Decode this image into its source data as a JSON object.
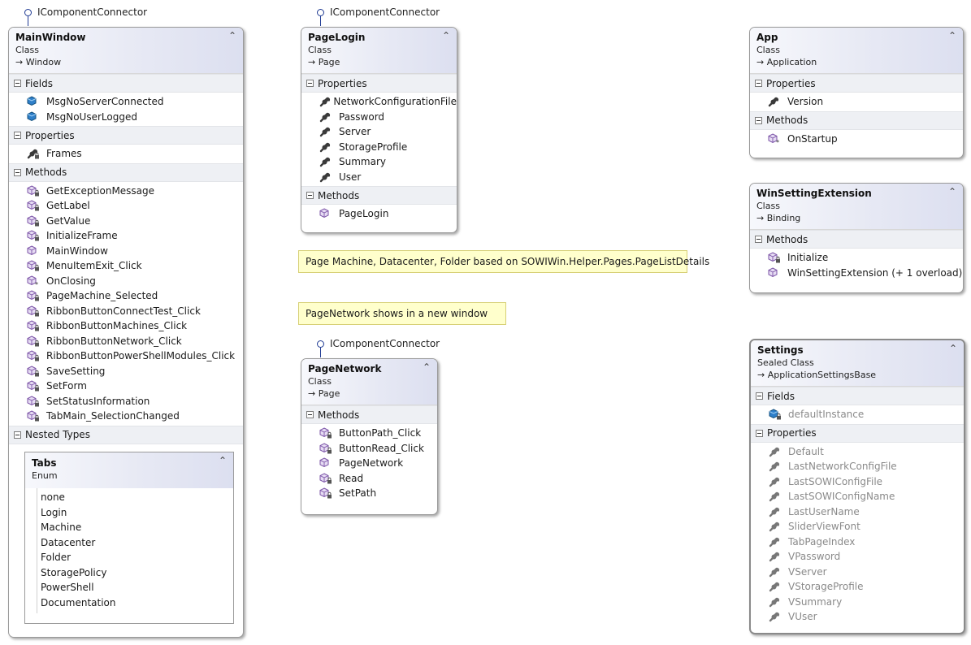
{
  "interface_label": "IComponentConnector",
  "collapse_glyph": "⌃",
  "icons": {
    "field": "field-cube-icon",
    "property": "wrench-icon",
    "method": "method-cube-icon",
    "private_overlay": "lock-icon",
    "protected_overlay": "star-icon"
  },
  "colors": {
    "note_bg": "#ffffcc",
    "header_accent": "#dcdff0",
    "interface": "#1f3a93"
  },
  "main_window": {
    "name": "MainWindow",
    "kind": "Class",
    "base": "→ Window",
    "fields_label": "Fields",
    "fields": [
      "MsgNoServerConnected",
      "MsgNoUserLogged"
    ],
    "properties_label": "Properties",
    "properties": [
      "Frames"
    ],
    "methods_label": "Methods",
    "methods": [
      "GetExceptionMessage",
      "GetLabel",
      "GetValue",
      "InitializeFrame",
      "MainWindow",
      "MenuItemExit_Click",
      "OnClosing",
      "PageMachine_Selected",
      "RibbonButtonConnectTest_Click",
      "RibbonButtonMachines_Click",
      "RibbonButtonNetwork_Click",
      "RibbonButtonPowerShellModules_Click",
      "SaveSetting",
      "SetForm",
      "SetStatusInformation",
      "TabMain_SelectionChanged"
    ],
    "nested_label": "Nested Types",
    "tabs": {
      "name": "Tabs",
      "kind": "Enum",
      "values": [
        "none",
        "Login",
        "Machine",
        "Datacenter",
        "Folder",
        "StoragePolicy",
        "PowerShell",
        "Documentation"
      ]
    }
  },
  "page_login": {
    "name": "PageLogin",
    "kind": "Class",
    "base": "→ Page",
    "properties_label": "Properties",
    "properties": [
      "NetworkConfigurationFile",
      "Password",
      "Server",
      "StorageProfile",
      "Summary",
      "User"
    ],
    "methods_label": "Methods",
    "methods": [
      "PageLogin"
    ]
  },
  "note_pages": "Page Machine, Datacenter, Folder based on SOWIWin.Helper.Pages.PageListDetails",
  "note_network": "PageNetwork shows in a new window",
  "page_network": {
    "name": "PageNetwork",
    "kind": "Class",
    "base": "→ Page",
    "methods_label": "Methods",
    "methods": [
      "ButtonPath_Click",
      "ButtonRead_Click",
      "PageNetwork",
      "Read",
      "SetPath"
    ]
  },
  "app": {
    "name": "App",
    "kind": "Class",
    "base": "→ Application",
    "properties_label": "Properties",
    "properties": [
      "Version"
    ],
    "methods_label": "Methods",
    "methods": [
      "OnStartup"
    ]
  },
  "win_setting_extension": {
    "name": "WinSettingExtension",
    "kind": "Class",
    "base": "→ Binding",
    "methods_label": "Methods",
    "methods": [
      "Initialize",
      "WinSettingExtension (+ 1 overload)"
    ]
  },
  "settings": {
    "name": "Settings",
    "kind": "Sealed Class",
    "base": "→ ApplicationSettingsBase",
    "fields_label": "Fields",
    "fields": [
      "defaultInstance"
    ],
    "properties_label": "Properties",
    "properties": [
      "Default",
      "LastNetworkConfigFile",
      "LastSOWIConfigFile",
      "LastSOWIConfigName",
      "LastUserName",
      "SliderViewFont",
      "TabPageIndex",
      "VPassword",
      "VServer",
      "VStorageProfile",
      "VSummary",
      "VUser"
    ]
  }
}
